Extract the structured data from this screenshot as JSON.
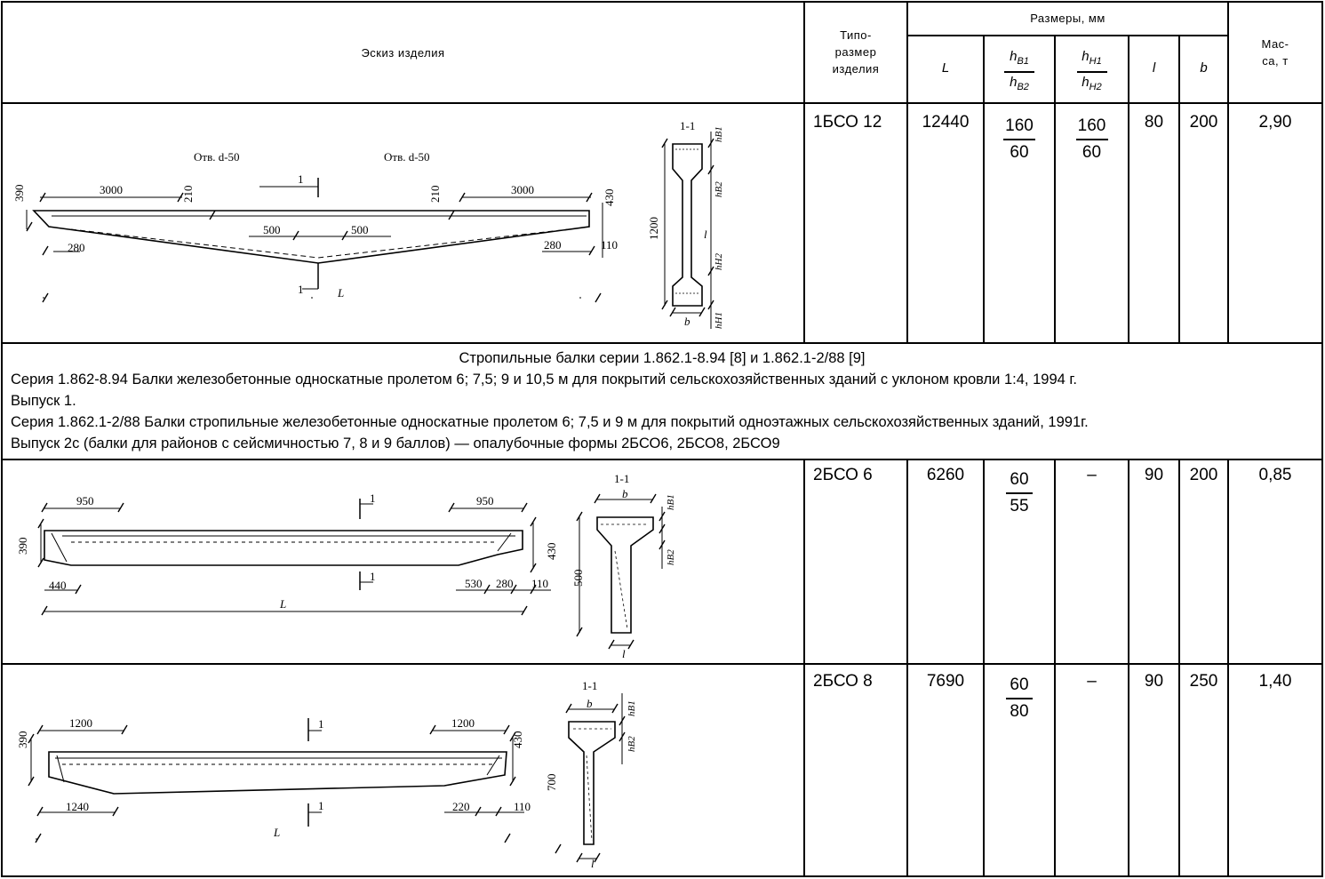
{
  "header": {
    "sketch": "Эскиз изделия",
    "type_size": [
      "Типо-",
      "размер",
      "изделия"
    ],
    "dimensions": "Размеры, мм",
    "col_L": "L",
    "col_hB1": "h",
    "col_hB1_sub": "B1",
    "col_hB2": "h",
    "col_hB2_sub": "B2",
    "col_hH1": "h",
    "col_hH1_sub": "H1",
    "col_hH2": "h",
    "col_hH2_sub": "H2",
    "col_l": "l",
    "col_b": "b",
    "mass": [
      "Мас-",
      "са, т"
    ]
  },
  "rows": [
    {
      "type": "1БСО 12",
      "L": "12440",
      "hB_top": "160",
      "hB_bottom": "60",
      "hH_top": "160",
      "hH_bottom": "60",
      "hH_dash": "",
      "l": "80",
      "b": "200",
      "mass": "2,90"
    },
    {
      "type": "2БСО 6",
      "L": "6260",
      "hB_top": "60",
      "hB_bottom": "55",
      "hH_top": "",
      "hH_bottom": "",
      "hH_dash": "–",
      "l": "90",
      "b": "200",
      "mass": "0,85"
    },
    {
      "type": "2БСО 8",
      "L": "7690",
      "hB_top": "60",
      "hB_bottom": "80",
      "hH_top": "",
      "hH_bottom": "",
      "hH_dash": "–",
      "l": "90",
      "b": "250",
      "mass": "1,40"
    }
  ],
  "notes": {
    "title": "Стропильные балки  серии 1.862.1-8.94 [8] и 1.862.1-2/88 [9]",
    "line1": "Серия 1.862-8.94 Балки железобетонные односкатные пролетом 6; 7,5; 9 и 10,5 м для покрытий сельскохозяйственных зданий с уклоном кровли 1:4, 1994 г.",
    "line2": "Выпуск 1.",
    "line3": "Серия 1.862.1-2/88 Балки стропильные железобетонные односкатные пролетом 6; 7,5 и 9 м для покрытий одноэтажных сельскохозяйственных зданий, 1991г.",
    "line4": "Выпуск 2с (балки для районов с сейсмичностью 7, 8 и 9 баллов) — опалубочные формы 2БСО6, 2БСО8, 2БСО9"
  },
  "sketches": {
    "s1": {
      "otv_left": "Отв. d-50",
      "otv_right": "Отв. d-50",
      "d3000a": "3000",
      "d3000b": "3000",
      "d210a": "210",
      "d210b": "210",
      "d390": "390",
      "d430": "430",
      "d500a": "500",
      "d500b": "500",
      "d280a": "280",
      "d280b": "280",
      "d110": "110",
      "L": "L",
      "sec": "1",
      "sec_title": "1-1",
      "sec_h": "1200",
      "sec_b": "b",
      "sec_l": "l",
      "sec_hB1": "hB1",
      "sec_hB2": "hB2",
      "sec_hH1": "hH1",
      "sec_hH2": "hH2"
    },
    "s2": {
      "d950a": "950",
      "d950b": "950",
      "d390": "390",
      "d430": "430",
      "d440": "440",
      "d530": "530",
      "d280": "280",
      "d110": "110",
      "L": "L",
      "sec": "1",
      "sec_title": "1-1",
      "sec_h": "500",
      "sec_b": "b",
      "sec_l": "l",
      "sec_hB1": "hB1",
      "sec_hB2": "hB2"
    },
    "s3": {
      "d1200a": "1200",
      "d1200b": "1200",
      "d390": "390",
      "d430": "430",
      "d1240": "1240",
      "d220": "220",
      "d110": "110",
      "L": "L",
      "sec": "1",
      "sec_title": "1-1",
      "sec_h": "700",
      "sec_b": "b",
      "sec_l": "l",
      "sec_hB1": "hB1",
      "sec_hB2": "hB2"
    }
  }
}
